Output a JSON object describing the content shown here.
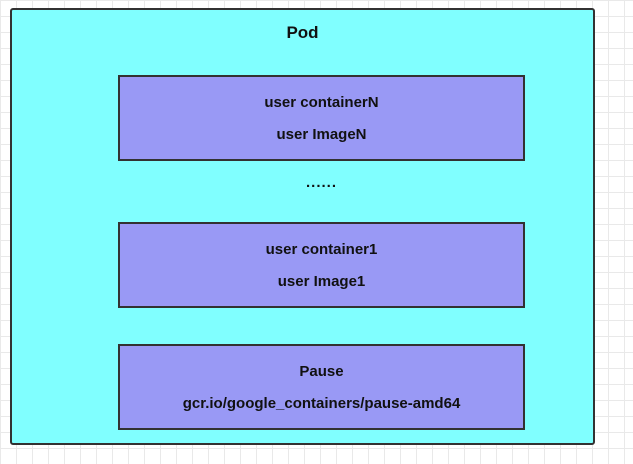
{
  "pod": {
    "title": "Pod",
    "ellipsis": "......",
    "containers": [
      {
        "name": "user containerN",
        "image": "user ImageN"
      },
      {
        "name": "user container1",
        "image": "user Image1"
      },
      {
        "name": "Pause",
        "image": "gcr.io/google_containers/pause-amd64"
      }
    ]
  },
  "colors": {
    "pod_fill": "#80ffff",
    "container_fill": "#9999f5",
    "border": "#323232",
    "text": "#111111",
    "grid_line": "#e9e9e9"
  }
}
